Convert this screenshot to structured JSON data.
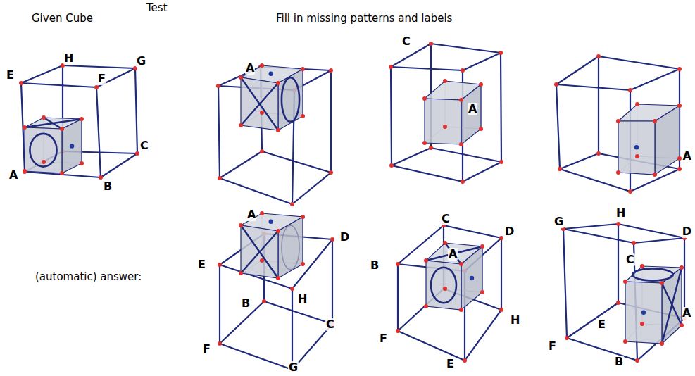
{
  "diagram": {
    "labels": [
      "Test",
      "Given Cube",
      "Fill in missing patterns and labels",
      "H",
      "G",
      "E",
      "F",
      "C",
      "A",
      "B",
      "A",
      "C",
      "A",
      "A",
      "(automatic) answer:",
      "A",
      "D",
      "E",
      "B",
      "H",
      "F",
      "C",
      "G",
      "C",
      "D",
      "B",
      "A",
      "H",
      "F",
      "E",
      "H",
      "D",
      "G",
      "C",
      "E",
      "A",
      "F",
      "B"
    ]
  }
}
